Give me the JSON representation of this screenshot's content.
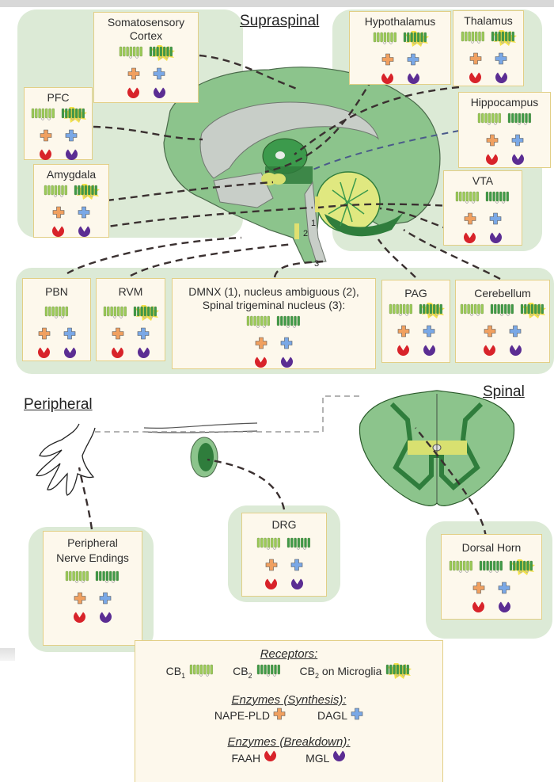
{
  "sections": {
    "supraspinal": "Supraspinal",
    "peripheral": "Peripheral",
    "spinal": "Spinal"
  },
  "colors": {
    "panel_bg": "#dcead6",
    "box_bg": "#fdf8ec",
    "box_border": "#e2cf86",
    "cb1": "#9ccb58",
    "cb2": "#3f9a48",
    "microglia_glow": "#f4e24a",
    "nape_pld": "#f0a060",
    "dagl": "#7aa8e6",
    "faah": "#d8232a",
    "mgl": "#5b2d93",
    "brain": "#8cc48c",
    "brain_dark": "#3c9a4c",
    "brain_gray": "#c8cec8"
  },
  "regions": {
    "somatosensory": {
      "title_line1": "Somatosensory",
      "title_line2": "Cortex",
      "receptors": [
        "CB1",
        "CB2 on Microglia"
      ],
      "enzymes": [
        "NAPE-PLD",
        "DAGL",
        "FAAH",
        "MGL"
      ]
    },
    "pfc": {
      "title": "PFC",
      "receptors": [
        "CB1",
        "CB2 on Microglia"
      ],
      "enzymes": [
        "NAPE-PLD",
        "DAGL",
        "FAAH",
        "MGL"
      ]
    },
    "amygdala": {
      "title": "Amygdala",
      "receptors": [
        "CB1",
        "CB2 on Microglia"
      ],
      "enzymes": [
        "NAPE-PLD",
        "DAGL",
        "FAAH",
        "MGL"
      ]
    },
    "hypothalamus": {
      "title": "Hypothalamus",
      "receptors": [
        "CB1",
        "CB2 on Microglia"
      ],
      "enzymes": [
        "NAPE-PLD",
        "DAGL",
        "FAAH",
        "MGL"
      ]
    },
    "thalamus": {
      "title": "Thalamus",
      "receptors": [
        "CB1",
        "CB2 on Microglia"
      ],
      "enzymes": [
        "NAPE-PLD",
        "DAGL",
        "FAAH",
        "MGL"
      ]
    },
    "hippocampus": {
      "title": "Hippocampus",
      "receptors": [
        "CB1",
        "CB2"
      ],
      "enzymes": [
        "NAPE-PLD",
        "DAGL",
        "FAAH",
        "MGL"
      ]
    },
    "vta": {
      "title": "VTA",
      "receptors": [
        "CB1",
        "CB2"
      ],
      "enzymes": [
        "NAPE-PLD",
        "DAGL",
        "FAAH",
        "MGL"
      ]
    },
    "pbn": {
      "title": "PBN",
      "receptors": [
        "CB1"
      ],
      "enzymes": [
        "NAPE-PLD",
        "DAGL",
        "FAAH",
        "MGL"
      ]
    },
    "rvm": {
      "title": "RVM",
      "receptors": [
        "CB1",
        "CB2 on Microglia"
      ],
      "enzymes": [
        "NAPE-PLD",
        "DAGL",
        "FAAH",
        "MGL"
      ]
    },
    "brainstem": {
      "title_line1": "DMNX (1), nucleus ambiguous (2),",
      "title_line2": "Spinal trigeminal nucleus (3):",
      "receptors": [
        "CB1",
        "CB2"
      ],
      "enzymes": [
        "NAPE-PLD",
        "DAGL",
        "FAAH",
        "MGL"
      ]
    },
    "pag": {
      "title": "PAG",
      "receptors": [
        "CB1",
        "CB2 on Microglia"
      ],
      "enzymes": [
        "NAPE-PLD",
        "DAGL",
        "FAAH",
        "MGL"
      ]
    },
    "cerebellum": {
      "title": "Cerebellum",
      "receptors": [
        "CB1",
        "CB2",
        "CB2 on Microglia"
      ],
      "enzymes": [
        "NAPE-PLD",
        "DAGL",
        "FAAH",
        "MGL"
      ]
    },
    "peripheral_nerve": {
      "title_line1": "Peripheral",
      "title_line2": "Nerve Endings",
      "receptors": [
        "CB1",
        "CB2"
      ],
      "enzymes": [
        "NAPE-PLD",
        "DAGL",
        "FAAH",
        "MGL"
      ]
    },
    "drg": {
      "title": "DRG",
      "receptors": [
        "CB1",
        "CB2"
      ],
      "enzymes": [
        "NAPE-PLD",
        "DAGL",
        "FAAH",
        "MGL"
      ]
    },
    "dorsal_horn": {
      "title": "Dorsal Horn",
      "receptors": [
        "CB1",
        "CB2",
        "CB2 on Microglia"
      ],
      "enzymes": [
        "NAPE-PLD",
        "DAGL",
        "FAAH",
        "MGL"
      ]
    }
  },
  "brain_labels": {
    "n1": "1",
    "n2": "2",
    "n3": "3"
  },
  "legend": {
    "receptors_heading": "Receptors:",
    "cb1": "CB",
    "cb1_sub": "1",
    "cb2": "CB",
    "cb2_sub": "2",
    "cb2_microglia": "CB",
    "cb2_microglia_sub": "2",
    "cb2_microglia_suffix": " on Microglia",
    "synthesis_heading": "Enzymes (Synthesis):",
    "nape_pld": "NAPE-PLD",
    "dagl": "DAGL",
    "breakdown_heading": "Enzymes (Breakdown):",
    "faah": "FAAH",
    "mgl": "MGL"
  }
}
